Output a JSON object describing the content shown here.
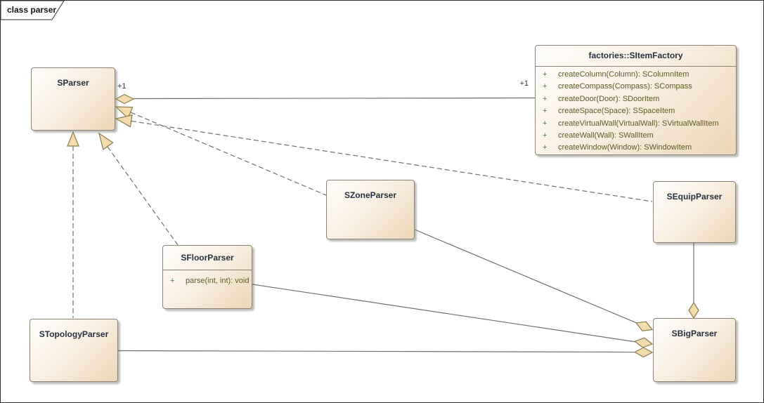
{
  "frame": {
    "label": "class parser"
  },
  "colors": {
    "box_fill_light": "#fffefc",
    "box_fill_dark": "#ecd6b8",
    "box_border": "#8a8376",
    "connector_line": "#6f6f6f",
    "shape_fill": "#f2dcae",
    "shape_stroke": "#8a7a52",
    "class_name_text": "#26313f",
    "method_text": "#5a5a26",
    "visibility_text": "#3e7d3e"
  },
  "classes": [
    {
      "name": "SParser",
      "methods": []
    },
    {
      "name": "factories::SItemFactory",
      "methods": [
        {
          "vis": "+",
          "sig": "createColumn(Column): SColumnItem"
        },
        {
          "vis": "+",
          "sig": "createCompass(Compass): SCompass"
        },
        {
          "vis": "+",
          "sig": "createDoor(Door): SDoorItem"
        },
        {
          "vis": "+",
          "sig": "createSpace(Space): SSpaceItem"
        },
        {
          "vis": "+",
          "sig": "createVirtualWall(VirtualWall): SVirtualWallItem"
        },
        {
          "vis": "+",
          "sig": "createWall(Wall): SWallItem"
        },
        {
          "vis": "+",
          "sig": "createWindow(Window): SWindowItem"
        }
      ]
    },
    {
      "name": "SZoneParser",
      "methods": []
    },
    {
      "name": "SEquipParser",
      "methods": []
    },
    {
      "name": "SFloorParser",
      "methods": [
        {
          "vis": "+",
          "sig": "parse(int, int): void"
        }
      ]
    },
    {
      "name": "STopologyParser",
      "methods": []
    },
    {
      "name": "SBigParser",
      "methods": []
    }
  ],
  "association": {
    "mult_a": "+1",
    "mult_b": "+1"
  }
}
